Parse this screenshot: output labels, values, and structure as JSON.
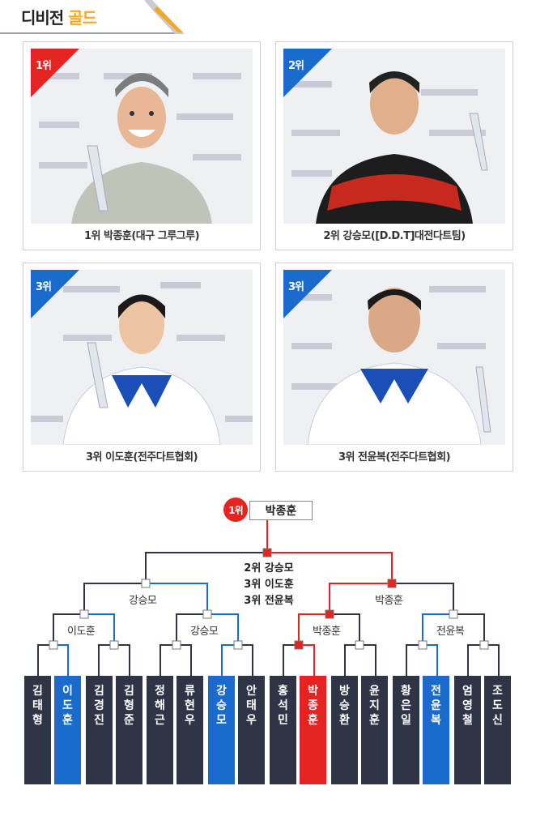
{
  "header": {
    "title_main": "디비전 ",
    "title_accent": "골드"
  },
  "colors": {
    "accent": "#f5a623",
    "red": "#e52421",
    "blue": "#1a6ccc",
    "dark": "#2f3447"
  },
  "cards": [
    {
      "rank": "1위",
      "caption": "1위 박종훈(대구 그루그루)"
    },
    {
      "rank": "2위",
      "caption": "2위 강승모([D.D.T]대전다트팀)"
    },
    {
      "rank": "3위",
      "caption": "3위 이도훈(전주다트협회)"
    },
    {
      "rank": "3위",
      "caption": "3위 전윤복(전주다트협회)"
    }
  ],
  "bracket": {
    "champion_rank": "1위",
    "champion": "박종훈",
    "results": [
      "2위 강승모",
      "3위 이도훈",
      "3위 전윤복"
    ],
    "semis": [
      "강승모",
      "박종훈"
    ],
    "quarters": [
      "이도훈",
      "강승모",
      "박종훈",
      "전윤복"
    ],
    "players": [
      {
        "name": "김태형",
        "chars": [
          "김",
          "태",
          "형"
        ]
      },
      {
        "name": "이도훈",
        "chars": [
          "이",
          "도",
          "훈"
        ]
      },
      {
        "name": "김경진",
        "chars": [
          "김",
          "경",
          "진"
        ]
      },
      {
        "name": "김형준",
        "chars": [
          "김",
          "형",
          "준"
        ]
      },
      {
        "name": "정해근",
        "chars": [
          "정",
          "해",
          "근"
        ]
      },
      {
        "name": "류현우",
        "chars": [
          "류",
          "현",
          "우"
        ]
      },
      {
        "name": "강승모",
        "chars": [
          "강",
          "승",
          "모"
        ]
      },
      {
        "name": "안태우",
        "chars": [
          "안",
          "태",
          "우"
        ]
      },
      {
        "name": "홍석민",
        "chars": [
          "홍",
          "석",
          "민"
        ]
      },
      {
        "name": "박종훈",
        "chars": [
          "박",
          "종",
          "훈"
        ]
      },
      {
        "name": "방승환",
        "chars": [
          "방",
          "승",
          "환"
        ]
      },
      {
        "name": "윤지훈",
        "chars": [
          "윤",
          "지",
          "훈"
        ]
      },
      {
        "name": "황은일",
        "chars": [
          "황",
          "은",
          "일"
        ]
      },
      {
        "name": "전윤복",
        "chars": [
          "전",
          "윤",
          "복"
        ]
      },
      {
        "name": "엄영철",
        "chars": [
          "엄",
          "영",
          "철"
        ]
      },
      {
        "name": "조도신",
        "chars": [
          "조",
          "도",
          "신"
        ]
      }
    ]
  }
}
